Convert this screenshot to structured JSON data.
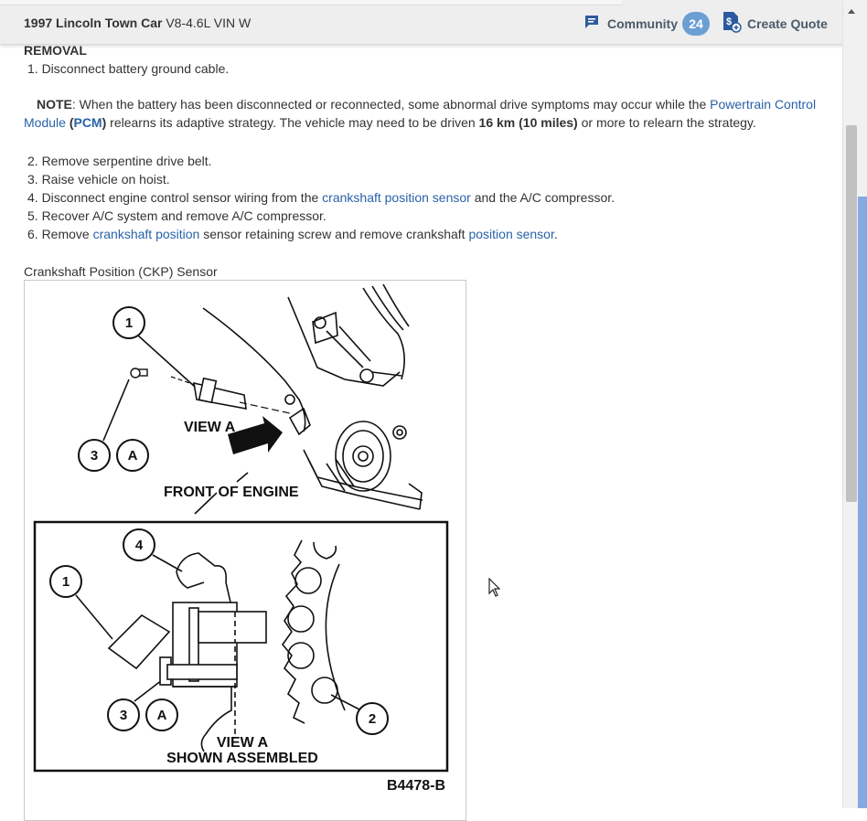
{
  "header": {
    "vehicle_bold": "1997 Lincoln Town Car",
    "vehicle_rest": " V8-4.6L VIN W",
    "community_label": "Community",
    "community_count": "24",
    "quote_label": "Create Quote",
    "community_icon": "chat-icon",
    "quote_icon": "dollar-document-icon"
  },
  "content": {
    "section_title": "REMOVAL",
    "step1": "1. Disconnect battery ground cable.",
    "note": {
      "label": "NOTE",
      "text1": ": When the battery has been disconnected or reconnected, some abnormal drive symptoms may occur while the ",
      "link1": "Powertrain Control Module",
      "text2": " ",
      "paren_open": "(",
      "link2": "PCM",
      "paren_close": ")",
      "text3": " relearns its adaptive strategy. The vehicle may need to be driven ",
      "bold": "16 km (10 miles)",
      "text4": " or more to relearn the strategy."
    },
    "step2": "2. Remove serpentine drive belt.",
    "step3": "3. Raise vehicle on hoist.",
    "step4": {
      "text1": "4. Disconnect engine control sensor wiring from the ",
      "link": "crankshaft position sensor",
      "text2": " and the A/C compressor."
    },
    "step5": "5. Recover A/C system and remove A/C compressor.",
    "step6": {
      "text1": "6. Remove ",
      "link1": "crankshaft position",
      "text2": " sensor retaining screw and remove crankshaft ",
      "link2": "position sensor",
      "text3": "."
    },
    "figure_caption": "Crankshaft Position (CKP) Sensor"
  },
  "figure": {
    "view_a": "VIEW A",
    "front_of_engine": "FRONT OF ENGINE",
    "view_a_bottom": "VIEW A",
    "shown_assembled": "SHOWN ASSEMBLED",
    "figure_code": "B4478-B",
    "callout_1": "1",
    "callout_2": "2",
    "callout_3": "3",
    "callout_4": "4",
    "callout_a": "A"
  },
  "colors": {
    "link": "#2962a8",
    "badge": "#6b9fd4",
    "header_bg": "#eeeeee"
  }
}
